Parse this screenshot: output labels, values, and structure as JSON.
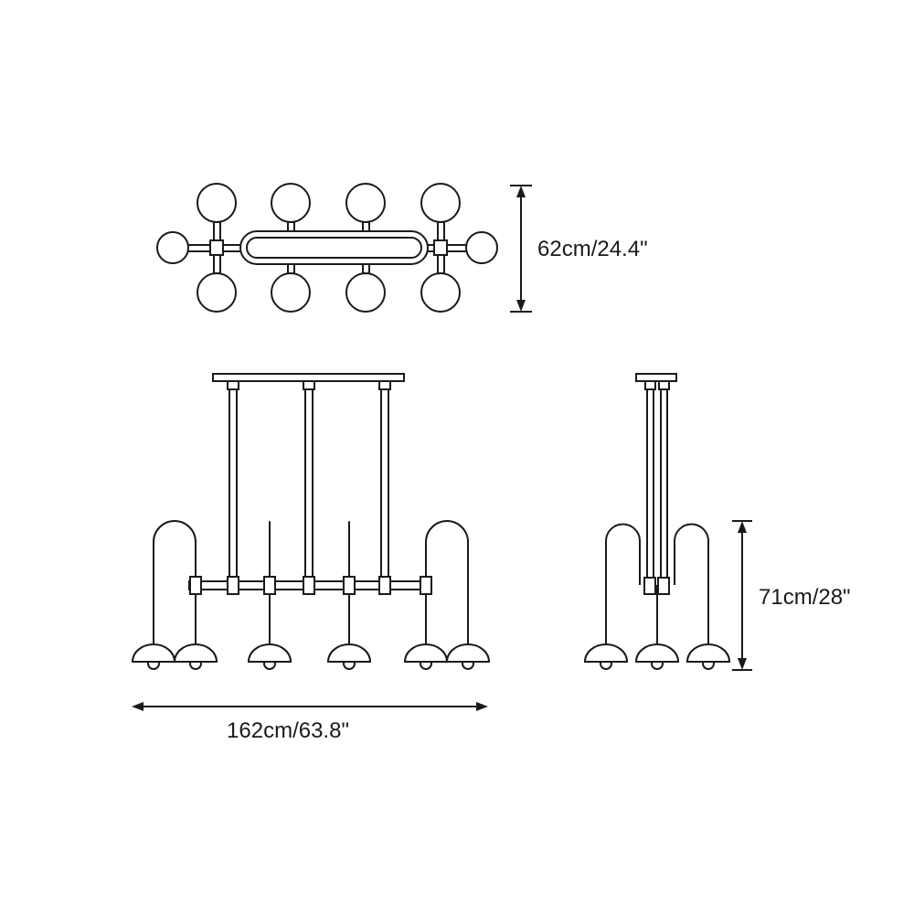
{
  "colors": {
    "line": "#1a1a1a",
    "background": "#ffffff"
  },
  "dimensions": {
    "depth_label": "62cm/24.4\"",
    "width_label": "162cm/63.8\"",
    "height_label": "71cm/28\""
  }
}
